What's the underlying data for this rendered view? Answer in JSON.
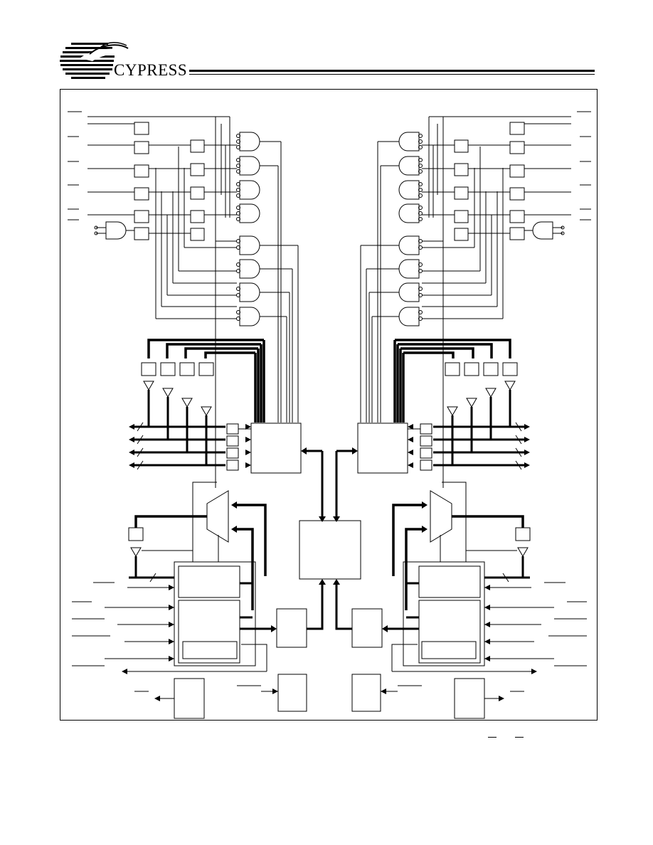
{
  "header": {
    "brand": "CYPRESS",
    "logo_icon": "cypress-tree-logo-icon"
  },
  "diagram": {
    "description_present": false,
    "sides": [
      "left-port",
      "right-port"
    ]
  }
}
